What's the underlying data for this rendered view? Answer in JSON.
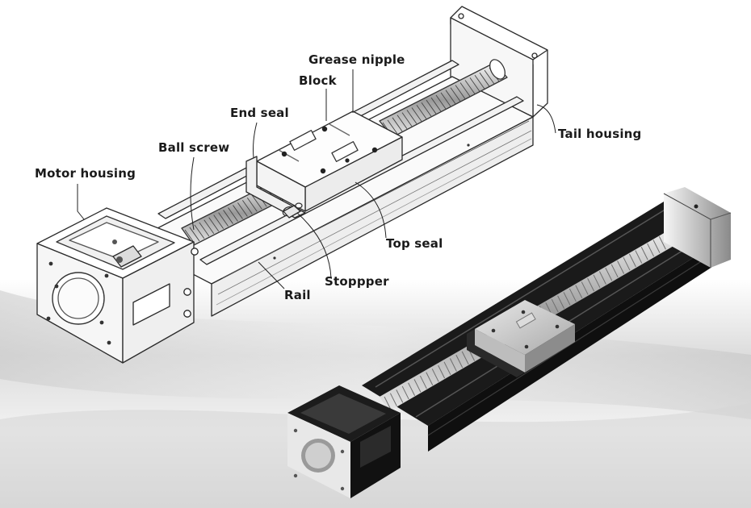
{
  "labels": {
    "grease_nipple": "Grease nipple",
    "block": "Block",
    "end_seal": "End seal",
    "ball_screw": "Ball screw",
    "motor_housing": "Motor housing",
    "tail_housing": "Tail housing",
    "top_seal": "Top seal",
    "stoppper": "Stoppper",
    "rail": "Rail"
  }
}
